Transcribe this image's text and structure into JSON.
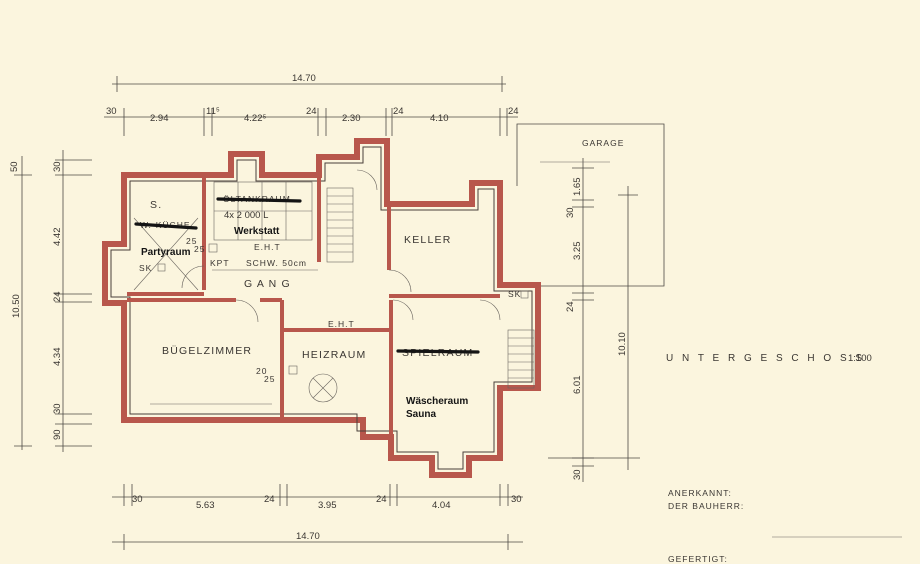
{
  "dimensions": {
    "total_top": "14.70",
    "top_1": "30",
    "top_2": "2.94",
    "top_3": "11⁵",
    "top_4": "4.22⁵",
    "top_5": "24",
    "top_6": "2.30",
    "top_7": "24",
    "top_8": "4.10",
    "top_9": "24",
    "left_1": "50",
    "left_2": "30",
    "left_3": "4.42",
    "left_4": "24",
    "left_5": "4.34",
    "left_6": "30",
    "left_7": "90",
    "left_total": "10.50",
    "bottom_1": "30",
    "bottom_2": "5.63",
    "bottom_3": "24",
    "bottom_4": "3.95",
    "bottom_5": "24",
    "bottom_6": "4.04",
    "bottom_7": "30",
    "bottom_total": "14.70",
    "right_1": "1.65",
    "right_2": "30",
    "right_3": "3.25",
    "right_4": "24",
    "right_5": "6.01",
    "right_6": "30",
    "right_total": "10.10"
  },
  "rooms": {
    "s": "S.",
    "kueche_struck": "W.-KÜCHE",
    "partyraum": "Partyraum",
    "sk_left": "SK",
    "tank_struck": "ÖLTANKRAUM",
    "tank_capacity": "4x 2 000 L",
    "werkstatt": "Werkstatt",
    "eht_top": "E.H.T",
    "kpt": "KPT",
    "schw": "SCHW. 50cm",
    "gang": "G A N G",
    "keller": "KELLER",
    "buegelzimmer": "BÜGELZIMMER",
    "heizraum": "HEIZRAUM",
    "eht_mid": "E.H.T",
    "spielraum_struck": "SPIELRAUM",
    "waescheraum": "Wäscheraum",
    "sauna": "Sauna",
    "sk_right": "SK",
    "garage": "GARAGE",
    "chimney_a_top": "25",
    "chimney_a_bottom": "25",
    "chimney_b_top": "20",
    "chimney_b_bottom": "25"
  },
  "labels": {
    "floor_title": "U N T E R G E S C H O S S",
    "scale": "1:100",
    "anerkannt": "ANERKANNT:",
    "bauherr": "DER BAUHERR:",
    "gefertigt": "GEFERTIGT:"
  },
  "colors": {
    "paper": "#fbf5de",
    "wall": "#b8574c",
    "ink": "#3a3632"
  }
}
